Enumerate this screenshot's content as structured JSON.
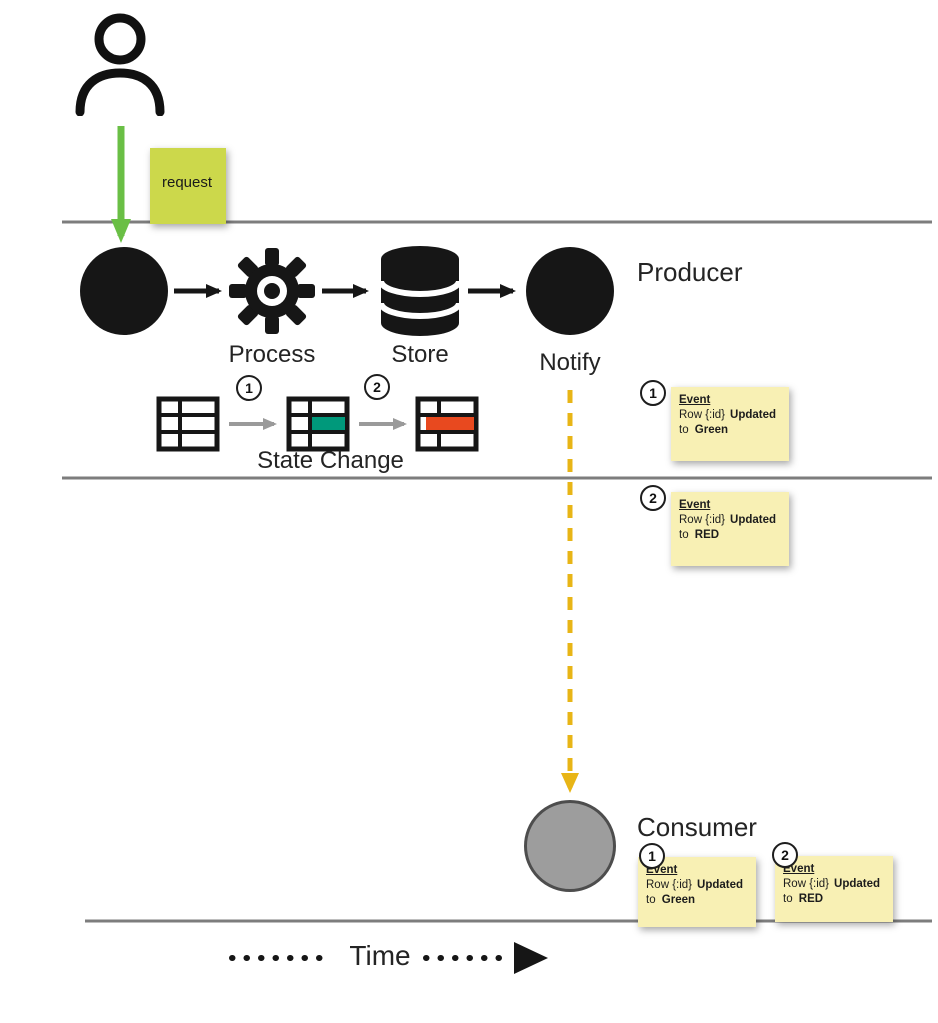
{
  "request_note": {
    "label": "request"
  },
  "producer": {
    "label": "Producer",
    "process_label": "Process",
    "store_label": "Store",
    "notify_label": "Notify"
  },
  "state_change": {
    "label": "State Change",
    "step1_number": "1",
    "step2_number": "2"
  },
  "events": {
    "green": {
      "number": "1",
      "title": "Event",
      "row": "Row {:id}",
      "updated": "Updated",
      "to": "to",
      "state": "Green"
    },
    "red": {
      "number": "2",
      "title": "Event",
      "row": "Row {:id}",
      "updated": "Updated",
      "to": "to",
      "state": "RED"
    }
  },
  "consumer": {
    "label": "Consumer"
  },
  "timeline": {
    "label": "Time"
  },
  "colors": {
    "request_arrow_green": "#6abf45",
    "request_sticky": "#ccd84b",
    "event_sticky": "#f8f0b4",
    "notify_arrow_yellow": "#e8b516",
    "state_green": "#00997b",
    "state_red": "#e8491f",
    "line_gray": "#7d7d7d",
    "arrow_gray": "#9a9a9a",
    "ink": "#161616",
    "consumer_fill": "#9d9d9d",
    "consumer_border": "#4d4d4d"
  }
}
